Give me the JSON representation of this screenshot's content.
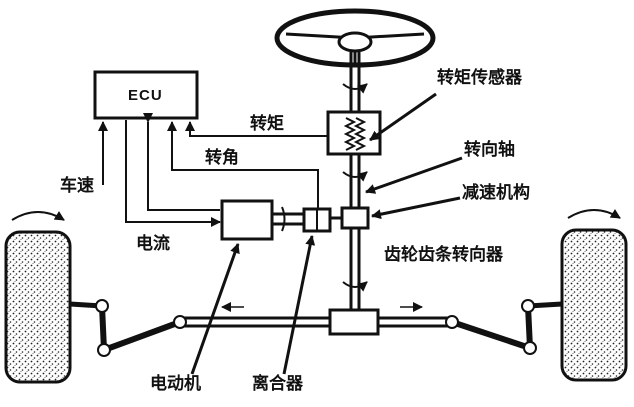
{
  "diagram": {
    "ecu_label": "ECU",
    "labels": {
      "torque_sensor": "转矩传感器",
      "torque": "转矩",
      "steering_shaft": "转向轴",
      "steering_angle": "转角",
      "reduction_mechanism": "减速机构",
      "vehicle_speed": "车速",
      "current": "电流",
      "rack_pinion_steering_gear": "齿轮齿条转向器",
      "motor": "电动机",
      "clutch": "离合器"
    }
  }
}
